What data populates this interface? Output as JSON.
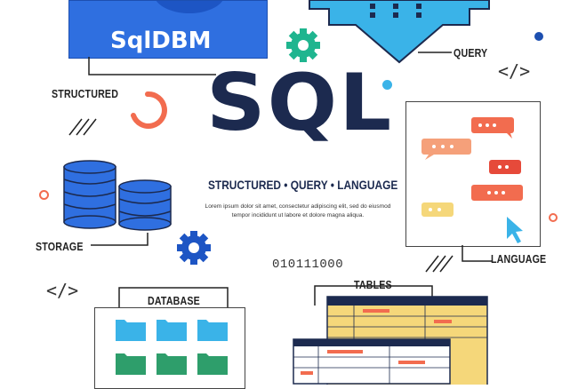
{
  "logo": {
    "text": "SqlDBM"
  },
  "title": "SQL",
  "subtitle": "STRUCTURED • QUERY • LANGUAGE",
  "lorem": "Lorem ipsum dolor sit amet, consectetur adipiscing elit, sed do eiusmod tempor incididunt ut labore et dolore magna aliqua.",
  "labels": {
    "structured": "STRUCTURED",
    "query": "QUERY",
    "storage": "STORAGE",
    "language": "LANGUAGE",
    "database": "DATABASE",
    "tables": "TABLES"
  },
  "binary": "010111000",
  "code_icon": "</>",
  "icons": [
    "gear-icon",
    "database-stack-icon",
    "cursor-icon",
    "folder-icon",
    "chat-bubble-icon",
    "arrow-down-icon"
  ],
  "colors": {
    "navy": "#1c2a4f",
    "blue": "#2f6fe0",
    "sky": "#3ab3e8",
    "teal": "#1fb58f",
    "orange": "#f26c4f",
    "yellow": "#f5d77a",
    "green": "#2e9e6b"
  }
}
